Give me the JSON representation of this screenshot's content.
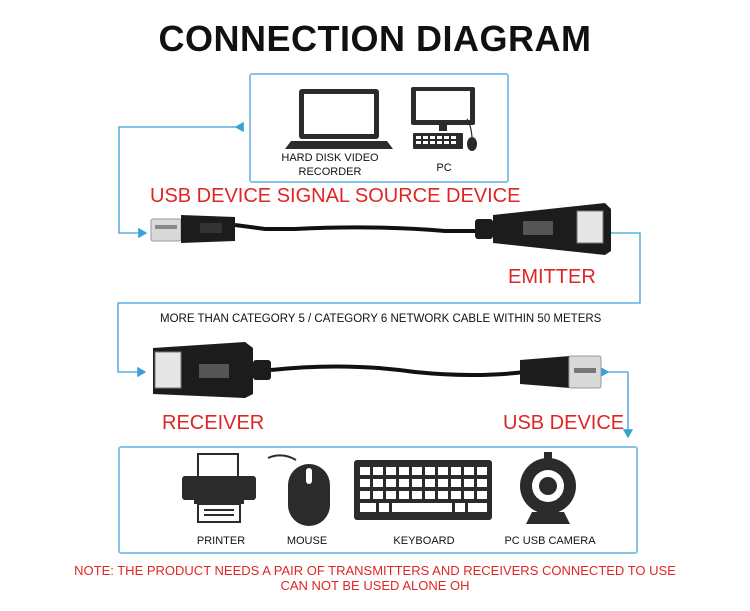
{
  "title": "CONNECTION DIAGRAM",
  "source_box": {
    "items": [
      {
        "icon": "laptop-icon",
        "label": "HARD DISK VIDEO RECORDER"
      },
      {
        "icon": "desktop-pc-icon",
        "label": "PC"
      }
    ]
  },
  "labels": {
    "source_device": "USB DEVICE SIGNAL SOURCE DEVICE",
    "emitter": "EMITTER",
    "network_cable": "MORE THAN CATEGORY 5 / CATEGORY 6 NETWORK CABLE WITHIN 50 METERS",
    "receiver": "RECEIVER",
    "usb_device": "USB DEVICE"
  },
  "device_box": {
    "items": [
      {
        "icon": "printer-icon",
        "label": "PRINTER"
      },
      {
        "icon": "mouse-icon",
        "label": "MOUSE"
      },
      {
        "icon": "keyboard-icon",
        "label": "KEYBOARD"
      },
      {
        "icon": "webcam-icon",
        "label": "PC USB CAMERA"
      }
    ]
  },
  "note": {
    "line1": "NOTE: THE PRODUCT NEEDS A PAIR OF TRANSMITTERS AND RECEIVERS CONNECTED TO USE",
    "line2": "CAN NOT BE USED ALONE OH"
  },
  "colors": {
    "accent_blue": "#86c3e6",
    "label_red": "#e02525",
    "arrow_blue": "#3aa0d8"
  }
}
